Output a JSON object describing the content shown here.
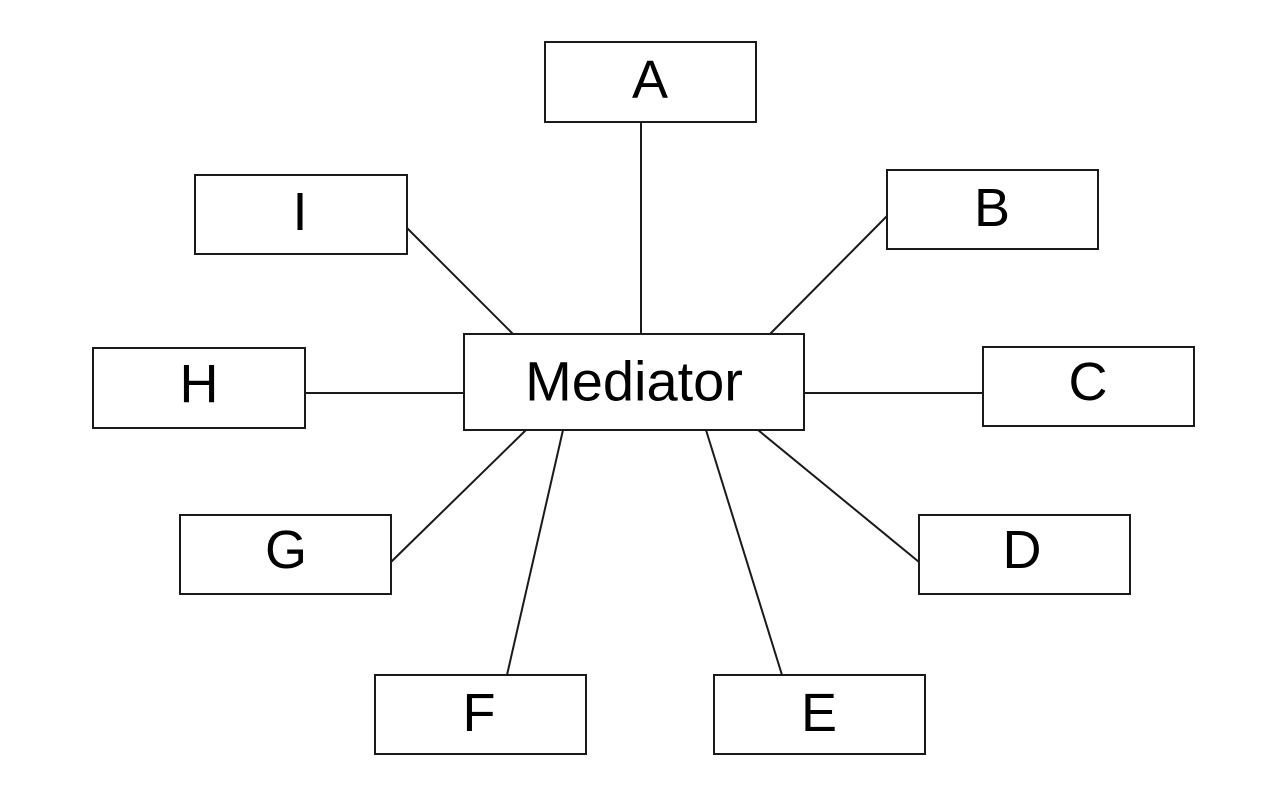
{
  "hub": {
    "label": "Mediator"
  },
  "nodes": [
    {
      "id": "a",
      "label": "A"
    },
    {
      "id": "b",
      "label": "B"
    },
    {
      "id": "c",
      "label": "C"
    },
    {
      "id": "d",
      "label": "D"
    },
    {
      "id": "e",
      "label": "E"
    },
    {
      "id": "f",
      "label": "F"
    },
    {
      "id": "g",
      "label": "G"
    },
    {
      "id": "h",
      "label": "H"
    },
    {
      "id": "i",
      "label": "I"
    }
  ],
  "edges": [
    {
      "from": "mediator",
      "to": "a"
    },
    {
      "from": "mediator",
      "to": "b"
    },
    {
      "from": "mediator",
      "to": "c"
    },
    {
      "from": "mediator",
      "to": "d"
    },
    {
      "from": "mediator",
      "to": "e"
    },
    {
      "from": "mediator",
      "to": "f"
    },
    {
      "from": "mediator",
      "to": "g"
    },
    {
      "from": "mediator",
      "to": "h"
    },
    {
      "from": "mediator",
      "to": "i"
    }
  ]
}
